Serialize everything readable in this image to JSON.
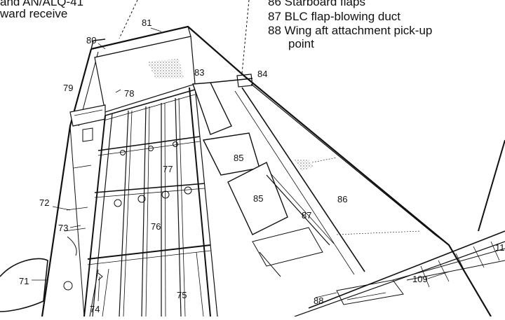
{
  "legend_left": [
    "and AN/ALQ-41",
    "ward receive"
  ],
  "legend_right": [
    {
      "number": "86",
      "text": "Starboard flaps"
    },
    {
      "number": "87",
      "text": "BLC flap-blowing duct"
    },
    {
      "number": "88",
      "text": "Wing aft attachment pick-up"
    },
    {
      "number": "",
      "text": "point"
    }
  ],
  "callouts": {
    "c71": "71",
    "c72": "72",
    "c73": "73",
    "c74": "74",
    "c75": "75",
    "c76": "76",
    "c77": "77",
    "c78": "78",
    "c79": "79",
    "c80": "80",
    "c81": "81",
    "c83": "83",
    "c84": "84",
    "c85a": "85",
    "c85b": "85",
    "c86": "86",
    "c87": "87",
    "c88": "88",
    "c109": "109",
    "c11x": "11"
  }
}
